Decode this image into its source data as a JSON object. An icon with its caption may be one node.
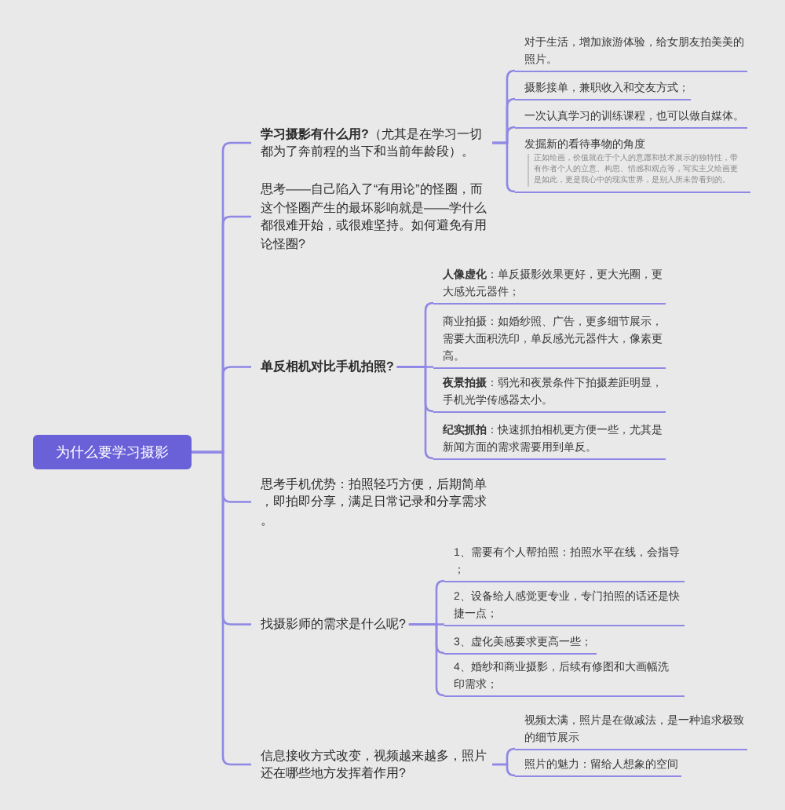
{
  "diagram": {
    "nodes": [
      {
        "text": [
          "为什么要学习摄影"
        ]
      },
      {
        "text": [
          "**学习摄影有什么用?**（尤其是在学习一切都为了奔前程的当下和当前年龄段）。"
        ]
      },
      {
        "text": [
          "对于生活，增加旅游体验，给女朋友拍美美的照片。"
        ]
      },
      {
        "text": [
          "摄影接单，兼职收入和交友方式；"
        ]
      },
      {
        "text": [
          "一次认真学习的训练课程，也可以做自媒体。"
        ]
      },
      {
        "text": [
          "发掘新的看待事物的角度",
          "正如绘画，价值就在于个人的意愿和技术展示的独特性，带有作者个人的立意、构思、情感和观点等，写实主义绘画更是如此，更是我心中的现实世界，是别人所未曾看到的。"
        ]
      },
      {
        "text": [
          "思考——自己陷入了“有用论”的怪圈，而这个怪圈产生的最坏影响就是——学什么都很难开始，或很难坚持。如何避免有用论怪圈?"
        ]
      },
      {
        "text": [
          "单反相机对比手机拍照?"
        ]
      },
      {
        "text": [
          "**人像虚化**：单反摄影效果更好，更大光圈，更大感光元器件；"
        ]
      },
      {
        "text": [
          "商业拍摄：如婚纱照、广告，更多细节展示，需要大面积洗印，单反感光元器件大，像素更高。"
        ]
      },
      {
        "text": [
          "**夜景拍摄**：弱光和夜景条件下拍摄差距明显，手机光学传感器太小。"
        ]
      },
      {
        "text": [
          "**纪实抓拍**：快速抓拍相机更方便一些，尤其是新闻方面的需求需要用到单反。"
        ]
      },
      {
        "text": [
          "思考手机优势：拍照轻巧方便，后期简单，即拍即分享，满足日常记录和分享需求。"
        ]
      },
      {
        "text": [
          "找摄影师的需求是什么呢?"
        ]
      },
      {
        "text": [
          "1、需要有个人帮拍照：拍照水平在线，会指导；"
        ]
      },
      {
        "text": [
          "2、设备给人感觉更专业，专门拍照的话还是快捷一点；"
        ]
      },
      {
        "text": [
          "3、虚化美感要求更高一些；"
        ]
      },
      {
        "text": [
          "4、婚纱和商业摄影，后续有修图和大画幅洗印需求；"
        ]
      },
      {
        "text": [
          "信息接收方式改变，视频越来越多，照片还在哪些地方发挥着作用?"
        ]
      },
      {
        "text": [
          "视频太满，照片是在做减法，是一种追求极致的细节展示"
        ]
      },
      {
        "text": [
          "照片的魅力：留给人想象的空间"
        ]
      }
    ],
    "edges": [
      {
        "from": 0,
        "to": 1,
        "arrow": "none"
      },
      {
        "from": 0,
        "to": 6,
        "arrow": "none"
      },
      {
        "from": 0,
        "to": 7,
        "arrow": "none"
      },
      {
        "from": 0,
        "to": 12,
        "arrow": "none"
      },
      {
        "from": 0,
        "to": 13,
        "arrow": "none"
      },
      {
        "from": 0,
        "to": 18,
        "arrow": "none"
      },
      {
        "from": 1,
        "to": 2,
        "arrow": "none"
      },
      {
        "from": 1,
        "to": 3,
        "arrow": "none"
      },
      {
        "from": 1,
        "to": 4,
        "arrow": "none"
      },
      {
        "from": 1,
        "to": 5,
        "arrow": "none"
      },
      {
        "from": 7,
        "to": 8,
        "arrow": "none"
      },
      {
        "from": 7,
        "to": 9,
        "arrow": "none"
      },
      {
        "from": 7,
        "to": 10,
        "arrow": "none"
      },
      {
        "from": 7,
        "to": 11,
        "arrow": "none"
      },
      {
        "from": 13,
        "to": 14,
        "arrow": "none"
      },
      {
        "from": 13,
        "to": 15,
        "arrow": "none"
      },
      {
        "from": 13,
        "to": 16,
        "arrow": "none"
      },
      {
        "from": 13,
        "to": 17,
        "arrow": "none"
      },
      {
        "from": 18,
        "to": 19,
        "arrow": "none"
      },
      {
        "from": 18,
        "to": 20,
        "arrow": "none"
      }
    ]
  }
}
